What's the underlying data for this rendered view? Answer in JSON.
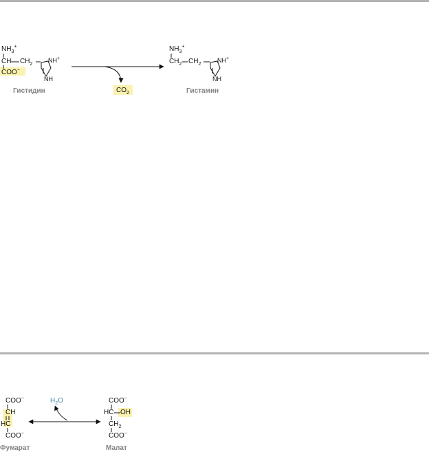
{
  "reaction1": {
    "reactant": {
      "name": "Гистидин",
      "nh3": "NH3",
      "ch": "CH",
      "ch2": "CH2",
      "coo": "COO",
      "ring_nh_plus": "NH",
      "ring_nh": "NH",
      "plus": "+",
      "minus": "−"
    },
    "byproduct": {
      "text": "CO2"
    },
    "product": {
      "name": "Гистамин",
      "nh3": "NH3",
      "ch2a": "CH2",
      "ch2b": "CH2",
      "ring_nh_plus": "NH",
      "ring_nh": "NH",
      "plus": "+"
    }
  },
  "reaction2": {
    "reactant": {
      "name": "Фумарат",
      "coo_top": "COO",
      "ch": "CH",
      "hc": "HC",
      "coo_bottom": "COO",
      "minus": "−"
    },
    "water": {
      "text": "H2O"
    },
    "product": {
      "name": "Малат",
      "coo_top": "COO",
      "hc": "HC",
      "oh": "OH",
      "ch2": "CH2",
      "coo_bottom": "COO",
      "minus": "−"
    }
  },
  "colors": {
    "highlight": "#fbf2b0",
    "caption": "#808080",
    "water": "#4a84a6",
    "rule": "#b3b3b3"
  }
}
